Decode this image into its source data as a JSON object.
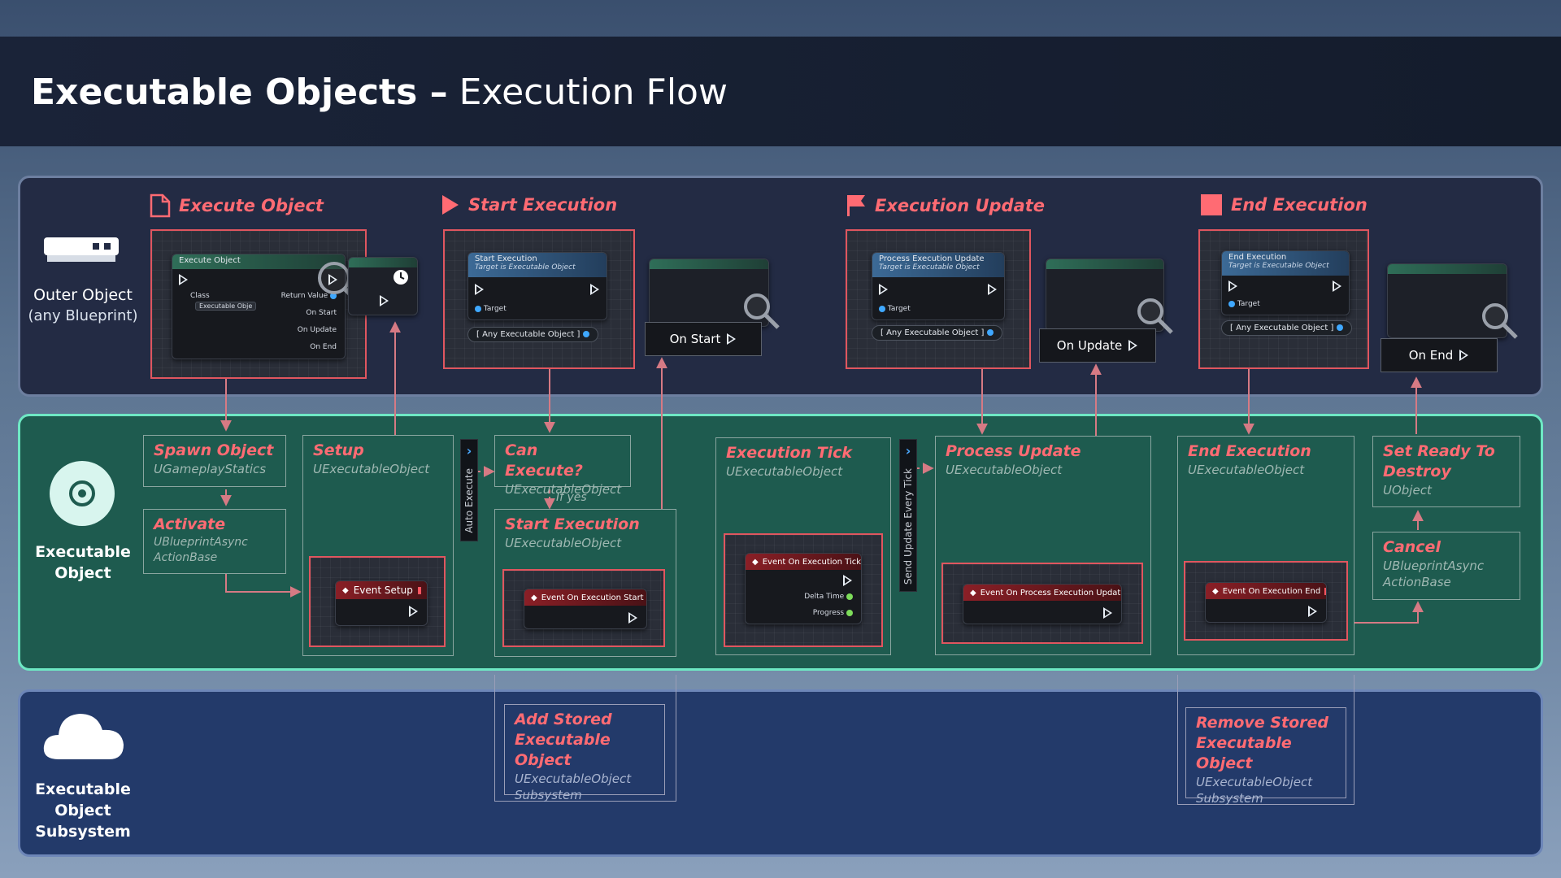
{
  "header": {
    "title_bold": "Executable Objects –",
    "title_light": "Execution Flow"
  },
  "rows": {
    "outer": {
      "title": "Outer Object",
      "subtitle": "(any Blueprint)",
      "icon": "server-icon"
    },
    "exec": {
      "title_line1": "Executable",
      "title_line2": "Object",
      "icon": "target-icon"
    },
    "subsystem": {
      "title_line1": "Executable",
      "title_line2": "Object",
      "title_line3": "Subsystem",
      "icon": "cloud-icon"
    }
  },
  "stages": {
    "execute_object": {
      "label": "Execute Object",
      "icon": "document-icon",
      "node_title": "Execute Object",
      "class_label": "Class",
      "class_value": "Executable Obje",
      "return_value": "Return Value",
      "on_start": "On Start",
      "on_update": "On Update",
      "on_end": "On End"
    },
    "start_execution": {
      "label": "Start Execution",
      "icon": "play-icon",
      "node_title": "Start Execution",
      "node_target": "Target is Executable Object",
      "target_pin": "Target",
      "any_obj": "[ Any Executable Object ]",
      "callback": "On Start"
    },
    "execution_update": {
      "label": "Execution Update",
      "icon": "flag-icon",
      "node_title": "Process Execution Update",
      "node_target": "Target is Executable Object",
      "target_pin": "Target",
      "any_obj": "[ Any Executable Object ]",
      "callback": "On Update"
    },
    "end_execution": {
      "label": "End Execution",
      "icon": "stop-icon",
      "node_title": "End Execution",
      "node_target": "Target is Executable Object",
      "target_pin": "Target",
      "any_obj": "[ Any Executable Object ]",
      "callback": "On End"
    }
  },
  "steps": {
    "spawn": {
      "name": "Spawn Object",
      "cls": "UGameplayStatics"
    },
    "activate": {
      "name": "Activate",
      "cls1": "UBlueprintAsync",
      "cls2": "ActionBase"
    },
    "setup": {
      "name": "Setup",
      "cls": "UExecutableObject",
      "event": "Event Setup"
    },
    "auto_execute": "Auto Execute",
    "can_execute": {
      "name": "Can Execute?",
      "cls": "UExecutableObject",
      "yes": "If yes"
    },
    "start_execution": {
      "name": "Start Execution",
      "cls": "UExecutableObject",
      "event": "Event On Execution Start"
    },
    "execution_tick": {
      "name": "Execution Tick",
      "cls": "UExecutableObject",
      "event": "Event On Execution Tick",
      "delta": "Delta Time",
      "progress": "Progress"
    },
    "send_update": "Send Update Every Tick",
    "process_update": {
      "name": "Process Update",
      "cls": "UExecutableObject",
      "event": "Event On Process Execution Update"
    },
    "end_execution": {
      "name": "End Execution",
      "cls": "UExecutableObject",
      "event": "Event On Execution End"
    },
    "set_ready": {
      "name1": "Set Ready To",
      "name2": "Destroy",
      "cls": "UObject"
    },
    "cancel": {
      "name": "Cancel",
      "cls1": "UBlueprintAsync",
      "cls2": "ActionBase"
    },
    "add_stored": {
      "name1": "Add Stored",
      "name2": "Executable Object",
      "cls1": "UExecutableObject",
      "cls2": "Subsystem"
    },
    "remove_stored": {
      "name1": "Remove Stored",
      "name2": "Executable Object",
      "cls1": "UExecutableObject",
      "cls2": "Subsystem"
    }
  },
  "colors": {
    "accent_red": "#ff6b73",
    "frame_red": "#e0565f",
    "exec_band": "#1e5b4f",
    "exec_border": "#6ee8c4",
    "connector": "#d67a84"
  }
}
